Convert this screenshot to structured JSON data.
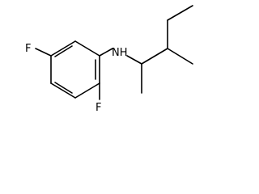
{
  "molecule": {
    "atoms": {
      "nh": "NH",
      "f_top": "F",
      "f_bottom": "F"
    }
  }
}
